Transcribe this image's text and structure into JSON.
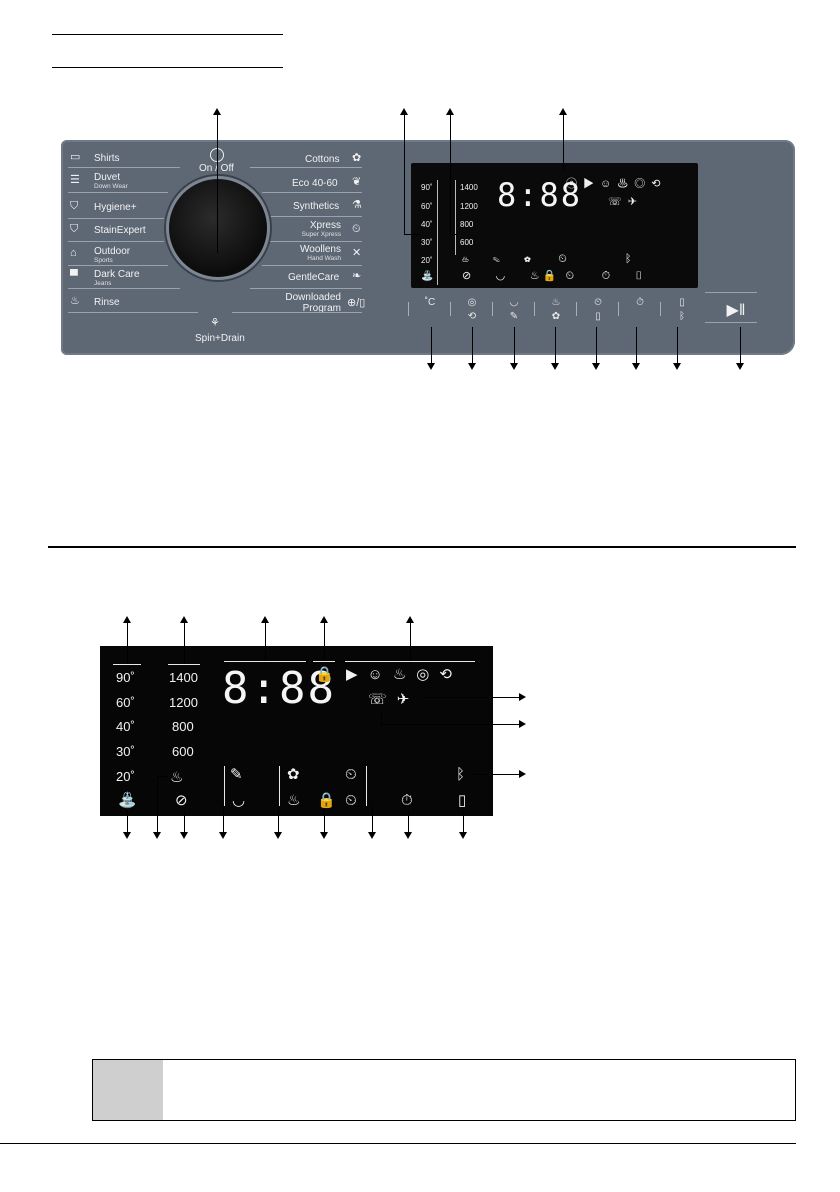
{
  "panel": {
    "left_programs": [
      {
        "name": "Shirts",
        "sub": "",
        "icon": "shirt-icon"
      },
      {
        "name": "Duvet",
        "sub": "Down Wear",
        "icon": "duvet-icon"
      },
      {
        "name": "Hygiene+",
        "sub": "",
        "icon": "hygiene-icon"
      },
      {
        "name": "StainExpert",
        "sub": "",
        "icon": "stain-icon"
      },
      {
        "name": "Outdoor",
        "sub": "Sports",
        "icon": "outdoor-icon"
      },
      {
        "name": "Dark Care",
        "sub": "Jeans",
        "icon": "dark-care-icon"
      },
      {
        "name": "Rinse",
        "sub": "",
        "icon": "rinse-icon"
      }
    ],
    "right_programs": [
      {
        "name": "Cottons",
        "sub": "",
        "icon": "cottons-icon"
      },
      {
        "name": "Eco 40-60",
        "sub": "",
        "icon": "eco-icon"
      },
      {
        "name": "Synthetics",
        "sub": "",
        "icon": "synthetics-icon"
      },
      {
        "name": "Xpress",
        "sub": "Super Xpress",
        "icon": "xpress-icon"
      },
      {
        "name": "Woollens",
        "sub": "Hand Wash",
        "icon": "woollens-icon"
      },
      {
        "name": "GentleCare",
        "sub": "",
        "icon": "gentle-icon"
      },
      {
        "name": "Downloaded",
        "sub": "",
        "icon": "download-icon"
      }
    ],
    "downloaded_line2": "Program",
    "on_off_label": "On / Off",
    "spin_drain_label": "Spin+Drain",
    "display": {
      "temps": [
        "90˚",
        "60˚",
        "40˚",
        "30˚",
        "20˚"
      ],
      "speeds": [
        "1400",
        "1200",
        "800",
        "600"
      ],
      "digits": "8:88"
    },
    "button_temp_label": "˚C"
  },
  "display2": {
    "temps": [
      "90˚",
      "60˚",
      "40˚",
      "30˚",
      "20˚"
    ],
    "speeds": [
      "1400",
      "1200",
      "800",
      "600"
    ],
    "digits": "8:88"
  }
}
